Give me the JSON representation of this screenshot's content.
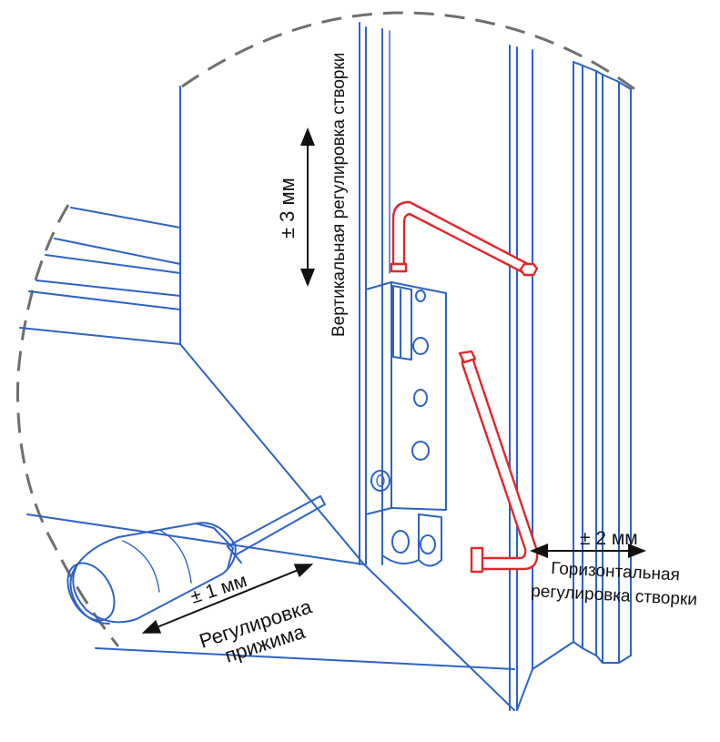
{
  "diagram": {
    "vertical_adjustment": {
      "value": "± 3 мм",
      "label": "Вертикальная регулировка створки"
    },
    "horizontal_adjustment": {
      "value": "± 2 мм",
      "label_line1": "Горизонтальная",
      "label_line2": "регулировка створки"
    },
    "clamp_adjustment": {
      "value": "± 1 мм",
      "label_line1": "Регулировка",
      "label_line2": "прижима"
    },
    "colors": {
      "frame_lines": "#2e63c4",
      "hex_keys": "#e3262b",
      "outline_dash": "#6f6f6f",
      "text": "#111111"
    }
  }
}
